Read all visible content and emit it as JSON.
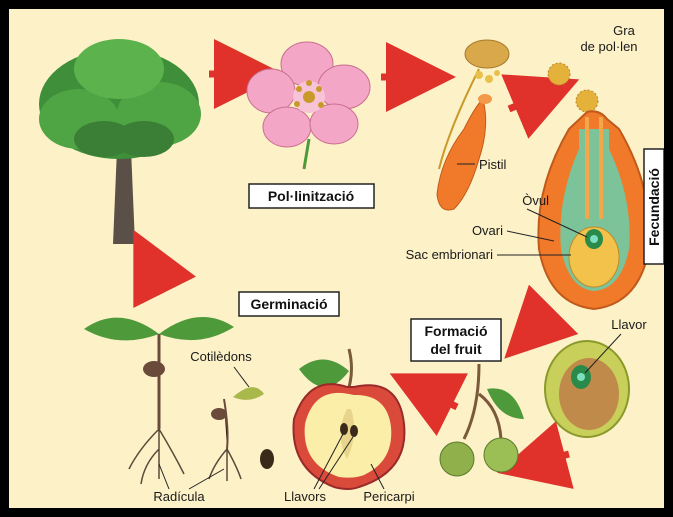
{
  "stages": {
    "pollination": "Pol·linització",
    "fertilization": "Fecundació",
    "fruit_formation_line1": "Formació",
    "fruit_formation_line2": "del fruit",
    "germination": "Germinació"
  },
  "labels": {
    "pollen_grain_line1": "Gra",
    "pollen_grain_line2": "de pol·len",
    "pistil": "Pistil",
    "ovule": "Òvul",
    "ovary": "Ovari",
    "embryo_sac": "Sac embrionari",
    "seed_llavor": "Llavor",
    "cotyledons": "Cotilèdons",
    "radicle": "Radícula",
    "seeds_llavors": "Llavors",
    "pericarp": "Pericarpi"
  },
  "colors": {
    "background": "#fdf1c8",
    "arrow": "#e0322a",
    "flower_pink": "#f3a6c6",
    "ovary_orange": "#f07a2a",
    "leaf_green": "#4e9a3a"
  },
  "icons": [
    "tree-icon",
    "flower-icon",
    "stamen-pistil-icon",
    "pollen-grain-icon",
    "ovary-cross-section-icon",
    "seed-cross-section-icon",
    "fruit-branch-icon",
    "apple-cross-section-icon",
    "seedling-icon"
  ]
}
